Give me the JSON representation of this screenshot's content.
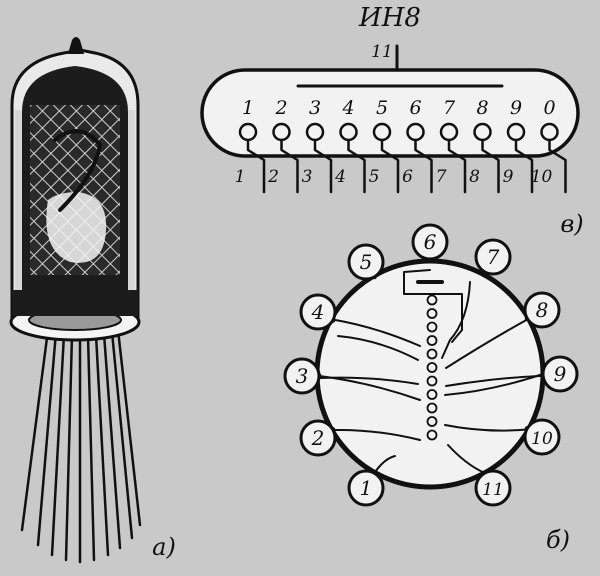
{
  "colors": {
    "paper": "#c9c9c9",
    "ink": "#111111",
    "glass": "#f2f2f2"
  },
  "panel_labels": {
    "a": "а)",
    "b": "б)",
    "c": "в)"
  },
  "diagram_c": {
    "title": "ИН8",
    "top_pin": "11",
    "digits": [
      "1",
      "2",
      "3",
      "4",
      "5",
      "6",
      "7",
      "8",
      "9",
      "0"
    ],
    "pins": [
      "1",
      "2",
      "3",
      "4",
      "5",
      "6",
      "7",
      "8",
      "9",
      "10"
    ]
  },
  "diagram_b": {
    "pins": [
      "1",
      "2",
      "3",
      "4",
      "5",
      "6",
      "7",
      "8",
      "9",
      "10",
      "11"
    ]
  }
}
